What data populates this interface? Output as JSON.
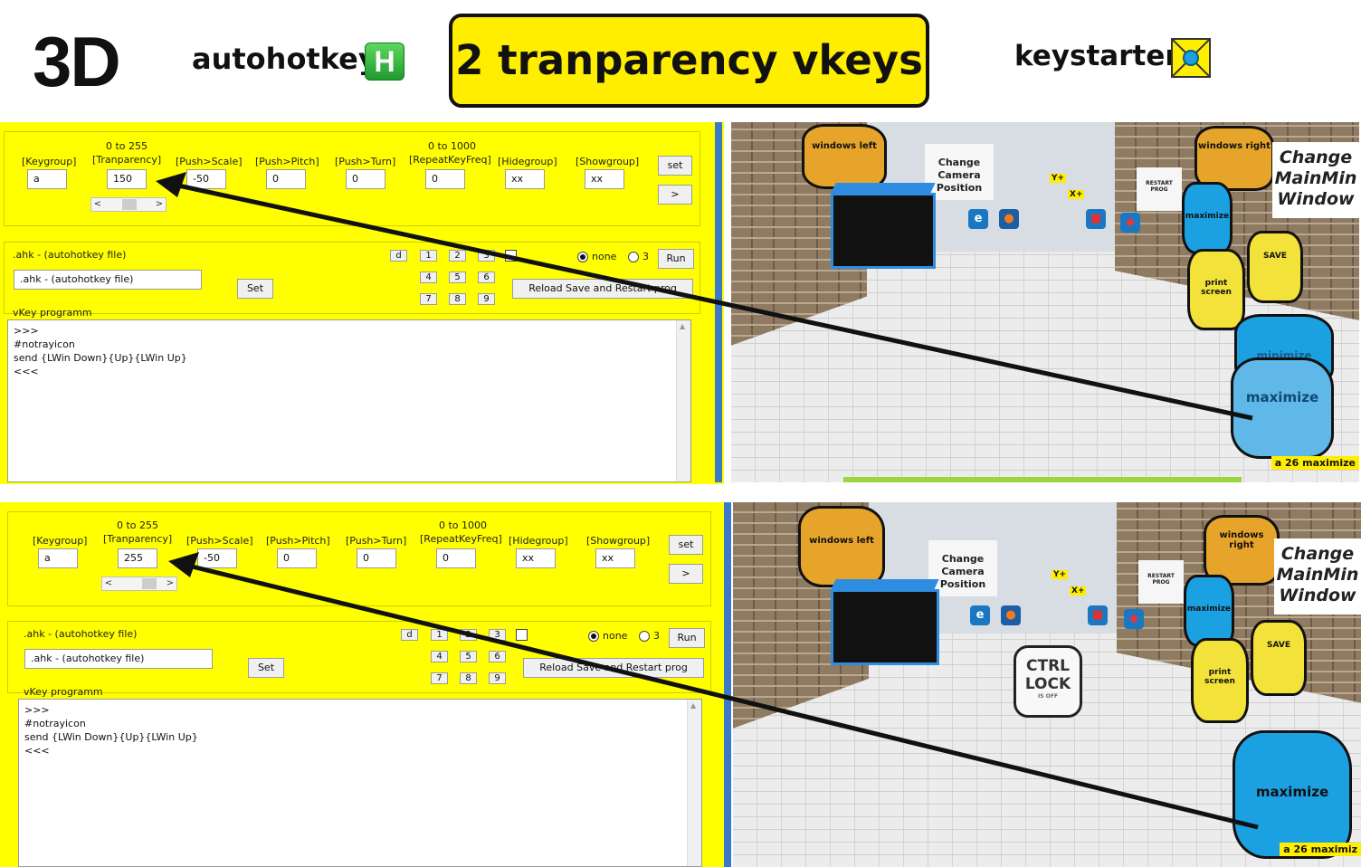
{
  "header": {
    "big_label": "3D",
    "autohotkey_label": "autohotkey",
    "autohotkey_logo_letter": "H",
    "title": "2 tranparency vkeys",
    "keystarter_label": "keystarter"
  },
  "panels": [
    {
      "col_hint_transparency": "0 to 255",
      "col_hint_repeat": "0 to 1000",
      "labels": {
        "keygroup": "[Keygroup]",
        "transparency": "[Tranparency]",
        "push_scale": "[Push>Scale]",
        "push_pitch": "[Push>Pitch]",
        "push_turn": "[Push>Turn]",
        "repeat_freq": "[RepeatKeyFreq]",
        "hidegroup": "[Hidegroup]",
        "showgroup": "[Showgroup]"
      },
      "values": {
        "keygroup": "a",
        "transparency": "150",
        "push_scale": "-50",
        "push_pitch": "0",
        "push_turn": "0",
        "repeat_freq": "0",
        "hidegroup": "xx",
        "showgroup": "xx"
      },
      "slider": {
        "left": "<",
        "right": ">"
      },
      "set_label": "set",
      "next_label": ">",
      "ahk_group_label": ".ahk  - (autohotkey file)",
      "ahk_field": ".ahk  - (autohotkey file)",
      "set_button": "Set",
      "d_label": "d",
      "num_buttons": [
        "1",
        "2",
        "3",
        "4",
        "5",
        "6",
        "7",
        "8",
        "9"
      ],
      "radio_none": "none",
      "radio_3": "3",
      "run_label": "Run",
      "reload_label": "Reload  Save and Restart prog",
      "vkey_label": "vKey  programm",
      "code_lines": [
        ">>>",
        "#notrayicon",
        "send {LWin Down}{Up}{LWin Up}",
        "<<<"
      ]
    },
    {
      "col_hint_transparency": "0 to 255",
      "col_hint_repeat": "0 to 1000",
      "labels": {
        "keygroup": "[Keygroup]",
        "transparency": "[Tranparency]",
        "push_scale": "[Push>Scale]",
        "push_pitch": "[Push>Pitch]",
        "push_turn": "[Push>Turn]",
        "repeat_freq": "[RepeatKeyFreq]",
        "hidegroup": "[Hidegroup]",
        "showgroup": "[Showgroup]"
      },
      "values": {
        "keygroup": "a",
        "transparency": "255",
        "push_scale": "-50",
        "push_pitch": "0",
        "push_turn": "0",
        "repeat_freq": "0",
        "hidegroup": "xx",
        "showgroup": "xx"
      },
      "slider": {
        "left": "<",
        "right": ">"
      },
      "set_label": "set",
      "next_label": ">",
      "ahk_group_label": ".ahk  - (autohotkey file)",
      "ahk_field": ".ahk  - (autohotkey file)",
      "set_button": "Set",
      "d_label": "d",
      "num_buttons": [
        "1",
        "2",
        "3",
        "4",
        "5",
        "6",
        "7",
        "8",
        "9"
      ],
      "radio_none": "none",
      "radio_3": "3",
      "run_label": "Run",
      "reload_label": "Reload  Save and Restart prog",
      "vkey_label": "vKey  programm",
      "code_lines": [
        ">>>",
        "#notrayicon",
        "send {LWin Down}{Up}{LWin Up}",
        "<<<"
      ]
    }
  ],
  "views": [
    {
      "windows_left": "windows left",
      "windows_right": "windows right",
      "change_camera": "Change Camera Position",
      "change_main": "Change MainMin Window",
      "restart": "RESTART PROG",
      "maximize_small": "maximize",
      "print_screen": "print screen",
      "save": "SAVE",
      "minimize": "minimize",
      "maximize_big": "maximize",
      "axis_y": "Y+",
      "axis_x": "X+",
      "status": "a 26 maximize"
    },
    {
      "windows_left": "windows left",
      "windows_right": "windows right",
      "change_camera": "Change Camera Position",
      "change_main": "Change MainMin Window",
      "restart": "RESTART PROG",
      "maximize_small": "maximize",
      "print_screen": "print screen",
      "save": "SAVE",
      "ctrl_lock_1": "CTRL",
      "ctrl_lock_2": "LOCK",
      "ctrl_lock_3": "IS OFF",
      "maximize_big": "maximize",
      "axis_y": "Y+",
      "axis_x": "X+",
      "status": "a 26 maximiz"
    }
  ],
  "colors": {
    "panel": "#ffff00",
    "title_box": "#ffee00",
    "cube_border": "#2e8de0",
    "blob_blue": "#1ba1e2",
    "blob_yellow": "#f2e23a",
    "blob_orange": "#e6a52a",
    "divider": "#3b79c9"
  }
}
